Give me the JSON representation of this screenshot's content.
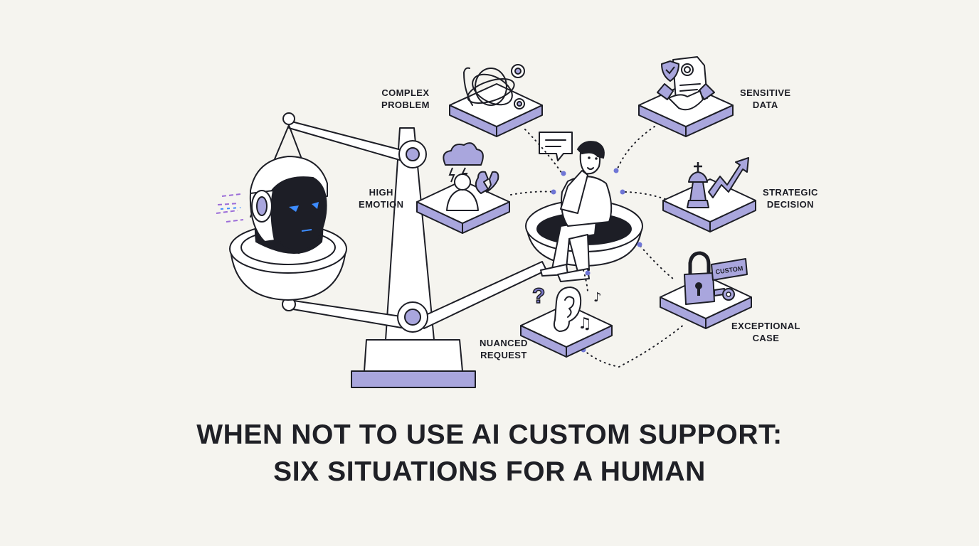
{
  "title": {
    "line1": "WHEN NOT TO USE AI CUSTOM SUPPORT:",
    "line2": "SIX SITUATIONS FOR A HUMAN"
  },
  "situations": [
    {
      "id": "complex-problem",
      "line1": "COMPLEX",
      "line2": "PROBLEM",
      "icon": "tangled-knot-icon"
    },
    {
      "id": "high-emotion",
      "line1": "HIGH",
      "line2": "EMOTION",
      "icon": "storm-cloud-broken-heart-icon"
    },
    {
      "id": "nuanced-request",
      "line1": "NUANCED",
      "line2": "REQUEST",
      "icon": "ear-question-icon"
    },
    {
      "id": "sensitive-data",
      "line1": "SENSITIVE",
      "line2": "DATA",
      "icon": "handshake-document-icon"
    },
    {
      "id": "strategic-decision",
      "line1": "STRATEGIC",
      "line2": "DECISION",
      "icon": "chess-king-arrow-icon"
    },
    {
      "id": "exceptional-case",
      "line1": "EXCEPTIONAL",
      "line2": "CASE",
      "icon": "padlock-key-icon"
    }
  ],
  "sign_text": "CUSTOM",
  "colors": {
    "background": "#f5f4ef",
    "ink": "#1d1e26",
    "accent": "#a9a6dd",
    "accent_dark": "#7b78c8",
    "dot": "#6f76d6",
    "robot_eyes": "#3d8cff"
  }
}
